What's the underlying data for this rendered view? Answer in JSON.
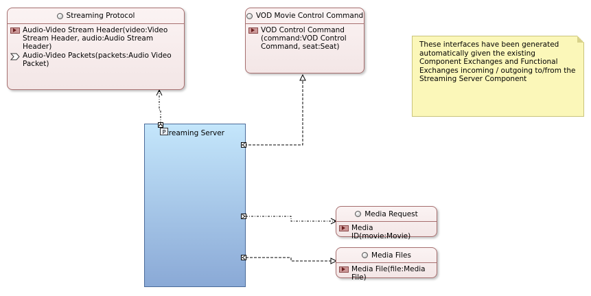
{
  "component": {
    "name": "Streaming Server",
    "badge": "P"
  },
  "interfaces": {
    "streaming_protocol": {
      "title": "Streaming Protocol",
      "ops": [
        "Audio-Video Stream Header(video:Video Stream Header, audio:Audio Stream Header)",
        "Audio-Video Packets(packets:Audio Video Packet)"
      ]
    },
    "vod_control": {
      "title": "VOD Movie Control Command",
      "ops": [
        "VOD Control Command (command:VOD Control Command, seat:Seat)"
      ]
    },
    "media_request": {
      "title": "Media Request",
      "ops": [
        "Media ID(movie:Movie)"
      ]
    },
    "media_files": {
      "title": "Media Files",
      "ops": [
        "Media File(file:Media File)"
      ]
    }
  },
  "note": {
    "text": "These interfaces have been generated automatically given the existing Component Exchanges and Functional Exchanges incoming / outgoing to/from the Streaming Server Component"
  },
  "colors": {
    "interface_border": "#a66e6e",
    "component_top": "#c4e6fb",
    "component_bottom": "#8aa9d6",
    "note_fill": "#fbf7b9"
  }
}
